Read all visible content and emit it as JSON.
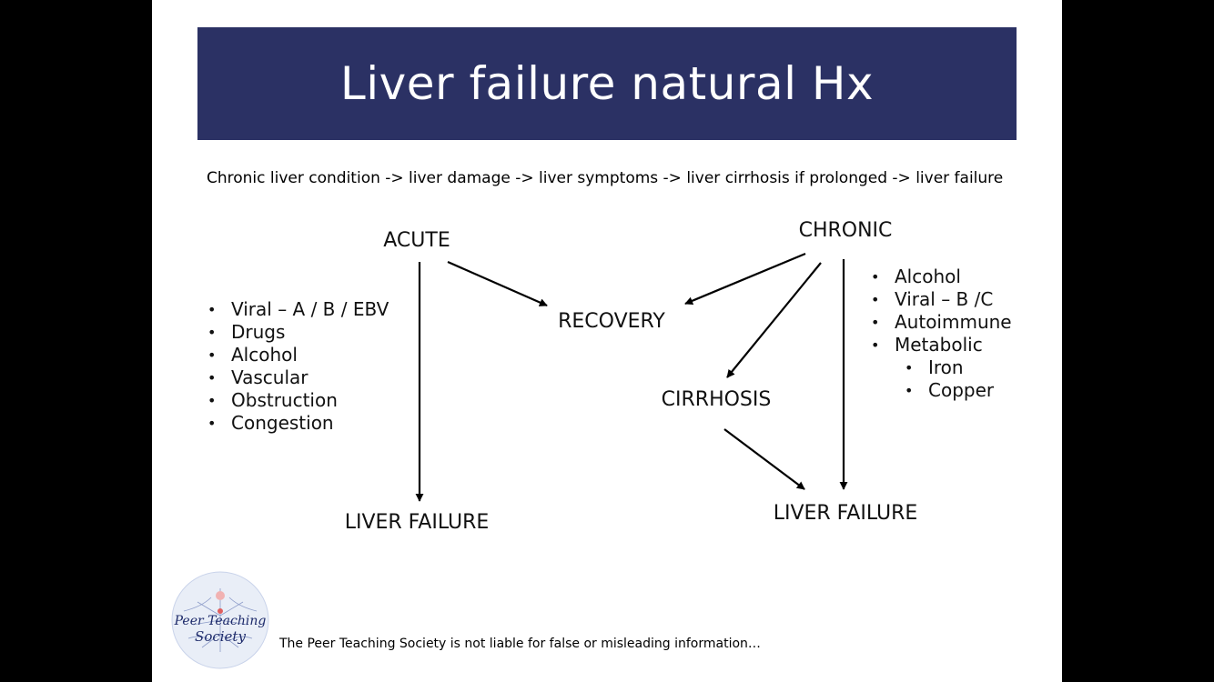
{
  "slide": {
    "title": "Liver failure natural Hx",
    "subtitle": "Chronic liver condition -> liver damage -> liver symptoms -> liver cirrhosis if prolonged -> liver failure",
    "footer": "The Peer Teaching Society is not liable for false or misleading information…",
    "logo_text": "Peer Teaching Society"
  },
  "nodes": {
    "acute": "ACUTE",
    "chronic": "CHRONIC",
    "recovery": "RECOVERY",
    "cirrhosis": "CIRRHOSIS",
    "liver_failure_acute": "LIVER FAILURE",
    "liver_failure_chronic": "LIVER FAILURE"
  },
  "acute_causes": [
    "Viral – A / B / EBV",
    "Drugs",
    "Alcohol",
    "Vascular",
    "Obstruction",
    "Congestion"
  ],
  "chronic_causes": [
    "Alcohol",
    "Viral – B /C",
    "Autoimmune",
    "Metabolic"
  ],
  "metabolic_subcauses": [
    "Iron",
    "Copper"
  ],
  "colors": {
    "title_band": "#2b3164",
    "background": "#ffffff",
    "letterbox": "#000000"
  }
}
